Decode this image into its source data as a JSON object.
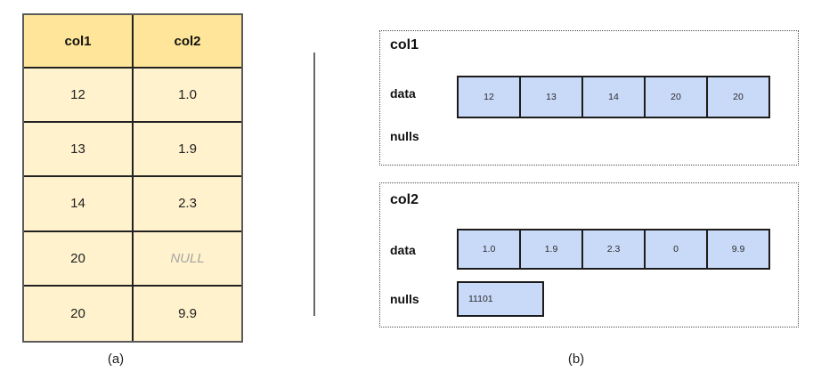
{
  "table": {
    "headers": [
      "col1",
      "col2"
    ],
    "rows": [
      [
        "12",
        "1.0"
      ],
      [
        "13",
        "1.9"
      ],
      [
        "14",
        "2.3"
      ],
      [
        "20",
        "NULL"
      ],
      [
        "20",
        "9.9"
      ]
    ],
    "caption": "(a)"
  },
  "columnar": {
    "caption": "(b)",
    "col1": {
      "title": "col1",
      "data_label": "data",
      "nulls_label": "nulls",
      "data_cells": [
        "12",
        "13",
        "14",
        "20",
        "20"
      ]
    },
    "col2": {
      "title": "col2",
      "data_label": "data",
      "nulls_label": "nulls",
      "data_cells": [
        "1.0",
        "1.9",
        "2.3",
        "0",
        "9.9"
      ],
      "nulls_bitmap": "11101"
    }
  },
  "colors": {
    "table_header_bg": "#ffe599",
    "table_body_bg": "#fff2cc",
    "value_cell_bg": "#c9daf8",
    "null_text": "#a6a6a6",
    "border": "#222222"
  }
}
